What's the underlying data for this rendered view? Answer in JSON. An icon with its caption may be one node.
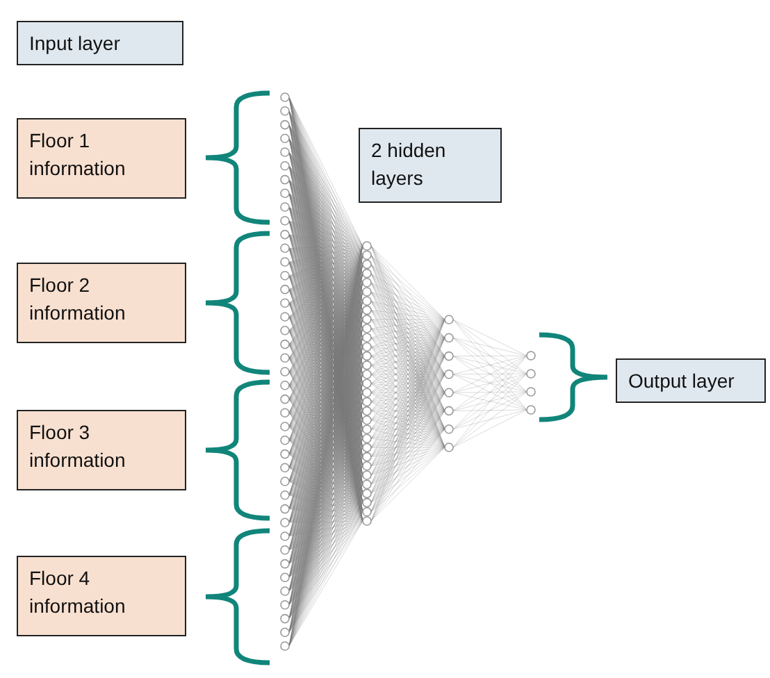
{
  "diagram": {
    "nodes": [
      {
        "text": [
          "Input layer"
        ]
      },
      {
        "text": [
          "Floor 1 information"
        ]
      },
      {
        "text": [
          "Floor 2 information"
        ]
      },
      {
        "text": [
          "Floor 3 information"
        ]
      },
      {
        "text": [
          "Floor 4 information"
        ]
      },
      {
        "text": [
          "2 hidden layers"
        ]
      },
      {
        "text": [
          "Output layer"
        ]
      }
    ],
    "edges": []
  }
}
